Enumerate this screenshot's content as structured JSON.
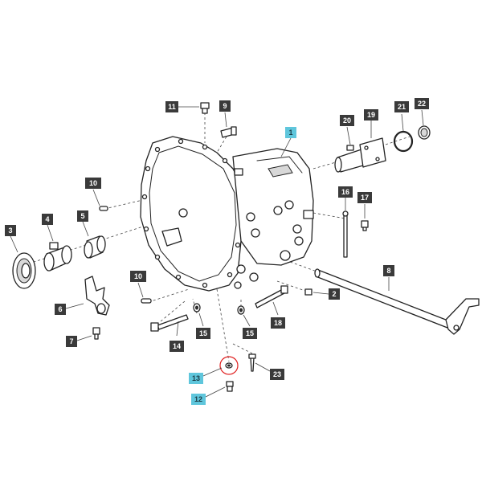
{
  "colors": {
    "callout_default": "#3a3a3a",
    "callout_highlight": "#5fc6dc",
    "callout_text_default": "#ffffff",
    "callout_text_highlight": "#1a3a44",
    "highlight_ring": "#e02020",
    "line": "#222222"
  },
  "callouts": [
    {
      "id": "c1",
      "label": "1",
      "highlight": true
    },
    {
      "id": "c2",
      "label": "2",
      "highlight": false
    },
    {
      "id": "c3",
      "label": "3",
      "highlight": false
    },
    {
      "id": "c4",
      "label": "4",
      "highlight": false
    },
    {
      "id": "c5",
      "label": "5",
      "highlight": false
    },
    {
      "id": "c6",
      "label": "6",
      "highlight": false
    },
    {
      "id": "c7",
      "label": "7",
      "highlight": false
    },
    {
      "id": "c8",
      "label": "8",
      "highlight": false
    },
    {
      "id": "c9",
      "label": "9",
      "highlight": false
    },
    {
      "id": "c10a",
      "label": "10",
      "highlight": false
    },
    {
      "id": "c10b",
      "label": "10",
      "highlight": false
    },
    {
      "id": "c11",
      "label": "11",
      "highlight": false
    },
    {
      "id": "c12",
      "label": "12",
      "highlight": true
    },
    {
      "id": "c13",
      "label": "13",
      "highlight": true
    },
    {
      "id": "c14",
      "label": "14",
      "highlight": false
    },
    {
      "id": "c15a",
      "label": "15",
      "highlight": false
    },
    {
      "id": "c15b",
      "label": "15",
      "highlight": false
    },
    {
      "id": "c16",
      "label": "16",
      "highlight": false
    },
    {
      "id": "c17",
      "label": "17",
      "highlight": false
    },
    {
      "id": "c18",
      "label": "18",
      "highlight": false
    },
    {
      "id": "c19",
      "label": "19",
      "highlight": false
    },
    {
      "id": "c20",
      "label": "20",
      "highlight": false
    },
    {
      "id": "c21",
      "label": "21",
      "highlight": false
    },
    {
      "id": "c22",
      "label": "22",
      "highlight": false
    },
    {
      "id": "c23",
      "label": "23",
      "highlight": false
    }
  ]
}
